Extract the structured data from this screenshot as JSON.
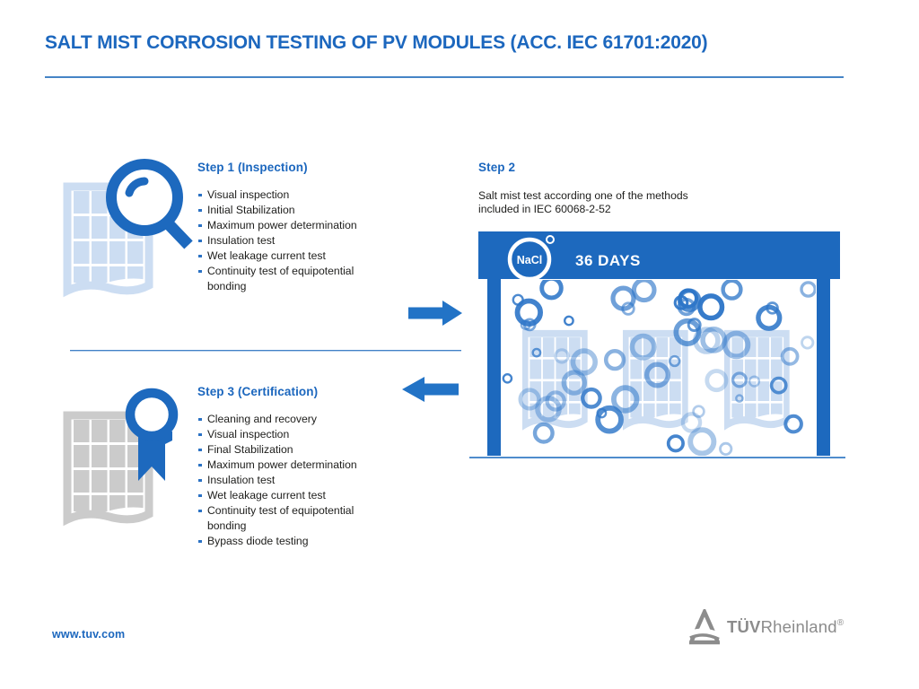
{
  "title": "SALT MIST CORROSION TESTING OF PV MODULES (ACC. IEC 61701:2020)",
  "steps": [
    {
      "title": "Step 1 (Inspection)",
      "items": [
        "Visual inspection",
        "Initial Stabilization",
        "Maximum power determination",
        "Insulation test",
        "Wet leakage current test",
        "Continuity test of equipotential bonding"
      ]
    },
    {
      "title": "Step 2",
      "description": "Salt mist test according one of the methods included in IEC 60068-2-52",
      "chamber": {
        "substance": "NaCl",
        "duration": "36 DAYS"
      }
    },
    {
      "title": "Step 3 (Certification)",
      "items": [
        "Cleaning and recovery",
        "Visual inspection",
        "Final Stabilization",
        "Maximum power determination",
        "Insulation test",
        "Wet leakage current test",
        "Continuity test of equipotential bonding",
        "Bypass diode testing"
      ]
    }
  ],
  "footer": {
    "website": "www.tuv.com",
    "brand": {
      "bold": "TÜV",
      "regular": "Rheinland",
      "registered": "®"
    }
  },
  "colors": {
    "primary_blue": "#1c67be",
    "arrow_blue": "#2273c6",
    "light_module_blue": "#ccddf2",
    "gray_module": "#cbcbcb",
    "logo_gray": "#8c8c8c",
    "bubble_blue": "#2e76c8",
    "chamber_blue": "#1d69be"
  }
}
